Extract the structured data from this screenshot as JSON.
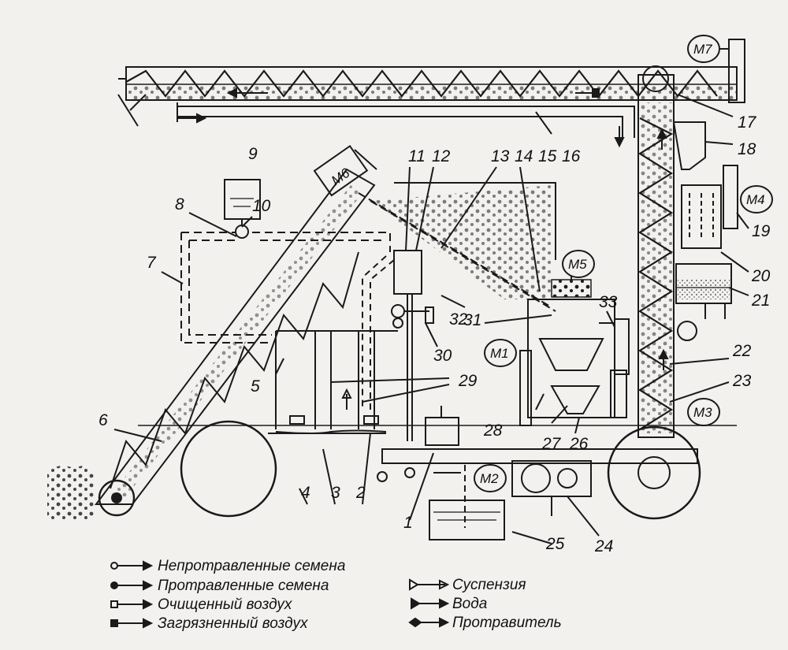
{
  "motors": {
    "m1": "M1",
    "m2": "M2",
    "m3": "M3",
    "m4": "M4",
    "m5": "M5",
    "m6": "M6",
    "m7": "M7"
  },
  "numbers": [
    "1",
    "2",
    "3",
    "4",
    "5",
    "6",
    "7",
    "8",
    "9",
    "10",
    "11",
    "12",
    "13",
    "14",
    "15",
    "16",
    "17",
    "18",
    "19",
    "20",
    "21",
    "22",
    "23",
    "24",
    "25",
    "26",
    "27",
    "28",
    "29",
    "30",
    "31",
    "32",
    "33"
  ],
  "legend": {
    "untreated": "Непротравленные семена",
    "treated": "Протравленные семена",
    "clean_air": "Очищенный воздух",
    "dirty_air": "Загрязненный воздух",
    "suspension": "Суспензия",
    "water": "Вода",
    "chemical": "Протравитель"
  },
  "colors": {
    "ink": "#1a1a1a",
    "paper": "#f2f1ee"
  }
}
